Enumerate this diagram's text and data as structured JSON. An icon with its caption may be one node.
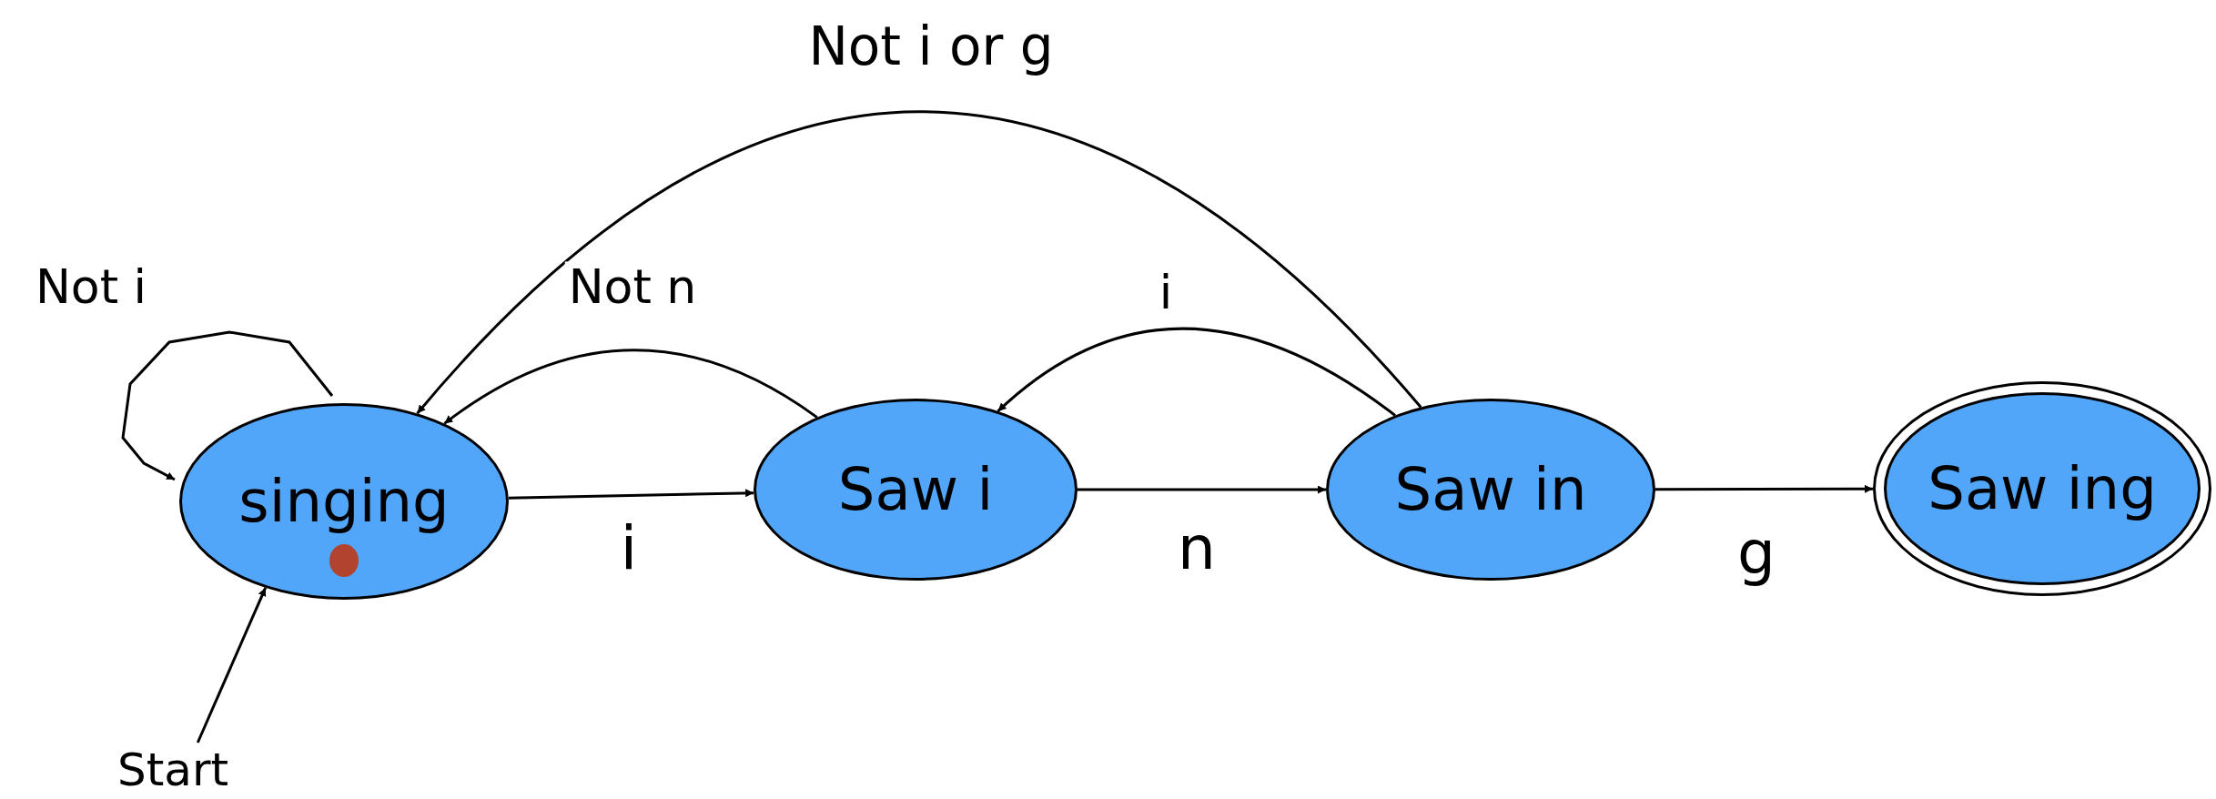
{
  "diagram": {
    "nodes": [
      {
        "text": [
          "singing"
        ]
      },
      {
        "text": [
          "Saw i"
        ]
      },
      {
        "text": [
          "Saw in"
        ]
      },
      {
        "text": [
          "Saw ing"
        ]
      },
      {
        "text": [
          "Start"
        ]
      }
    ],
    "edges": [
      {
        "from": 0,
        "to": 1,
        "arrow": "to",
        "label": "i"
      },
      {
        "from": 1,
        "to": 2,
        "arrow": "to",
        "label": "n"
      },
      {
        "from": 2,
        "to": 3,
        "arrow": "to",
        "label": "g"
      },
      {
        "from": 0,
        "to": 0,
        "arrow": "to",
        "label": "Not i"
      },
      {
        "from": 1,
        "to": 0,
        "arrow": "to",
        "label": "Not n"
      },
      {
        "from": 2,
        "to": 1,
        "arrow": "to",
        "label": "i"
      },
      {
        "from": 2,
        "to": 0,
        "arrow": "to",
        "label": "Not i or g"
      },
      {
        "from": 4,
        "to": 0,
        "arrow": "to"
      }
    ]
  }
}
